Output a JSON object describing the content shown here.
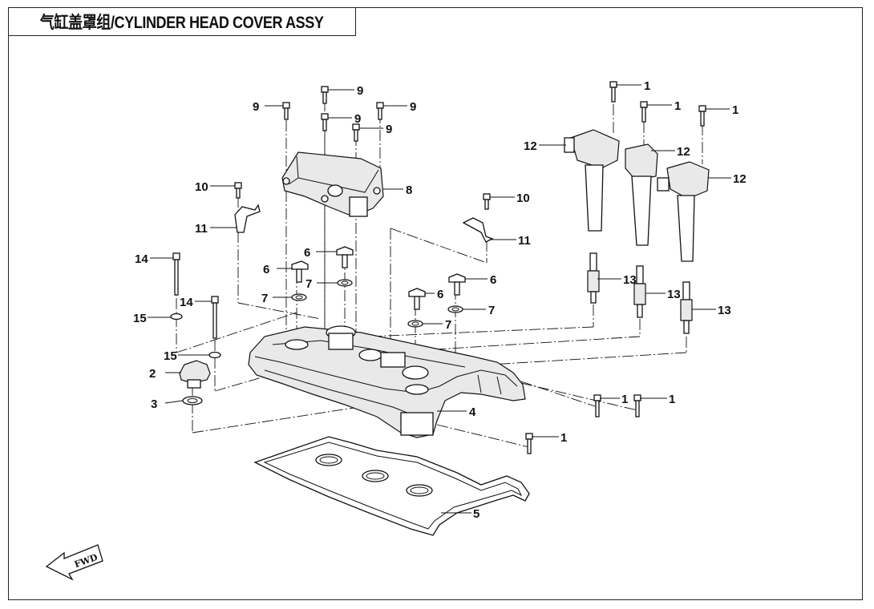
{
  "title": "气缸盖罩组/CYLINDER HEAD COVER ASSY",
  "fwd_label": "FWD",
  "callouts": {
    "c1": "1",
    "c2": "2",
    "c3": "3",
    "c4": "4",
    "c5": "5",
    "c6": "6",
    "c7": "7",
    "c8": "8",
    "c9": "9",
    "c10": "10",
    "c11": "11",
    "c12": "12",
    "c13": "13",
    "c14": "14",
    "c15": "15"
  }
}
